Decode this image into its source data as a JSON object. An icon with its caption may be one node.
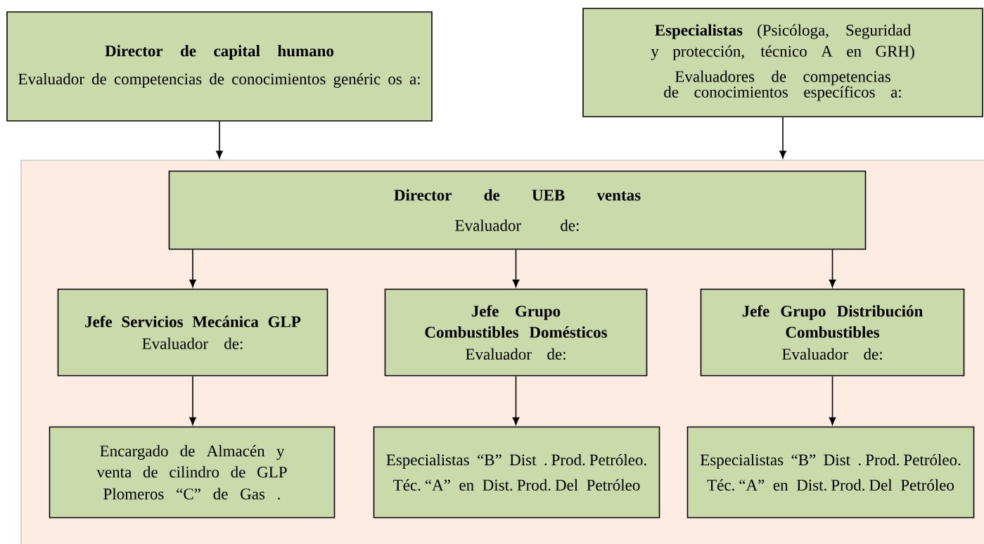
{
  "diagram": {
    "nodes": [
      {
        "text": [
          "Director de capital humano",
          "Evaluador de competencias de conocimientos genéric os a:"
        ]
      },
      {
        "text": [
          "**Especialistas** (Psicóloga, Seguridad y protección, técnico A en GRH)",
          "Evaluadores de competencias de conocimientos específicos a:"
        ]
      },
      {
        "text": [],
        "shape": "box"
      },
      {
        "text": [
          "Director de UEB ventas",
          "Evaluador de:"
        ],
        "in": 2
      },
      {
        "text": [
          "Jefe Servicios Mecánica GLP",
          "Evaluador de:"
        ],
        "in": 2
      },
      {
        "text": [
          "Jefe Grupo Combustibles Domésticos",
          "Evaluador de:"
        ],
        "in": 2
      },
      {
        "text": [
          "Jefe Grupo Distribución Combustibles",
          "Evaluador de:"
        ],
        "in": 2
      },
      {
        "text": [
          "Encargado de Almacén y venta de cilindro de GLP",
          "Plomeros “C” de Gas ."
        ],
        "in": 2
      },
      {
        "text": [
          "Especialistas “B” Dist . Prod. Petróleo.",
          "Téc. “A” en Dist. Prod. Del Petróleo"
        ],
        "in": 2
      },
      {
        "text": [
          "Especialistas “B” Dist . Prod. Petróleo.",
          "Téc. “A” en Dist. Prod. Del Petróleo"
        ],
        "in": 2
      }
    ],
    "edges": [
      {
        "from": 0,
        "to": 2,
        "arrow": "to"
      },
      {
        "from": 1,
        "to": 2,
        "arrow": "to"
      },
      {
        "from": 3,
        "to": 4,
        "arrow": "to"
      },
      {
        "from": 3,
        "to": 5,
        "arrow": "to"
      },
      {
        "from": 3,
        "to": 6,
        "arrow": "to"
      },
      {
        "from": 4,
        "to": 7,
        "arrow": "to"
      },
      {
        "from": 5,
        "to": 8,
        "arrow": "to"
      },
      {
        "from": 6,
        "to": 9,
        "arrow": "to"
      }
    ]
  }
}
